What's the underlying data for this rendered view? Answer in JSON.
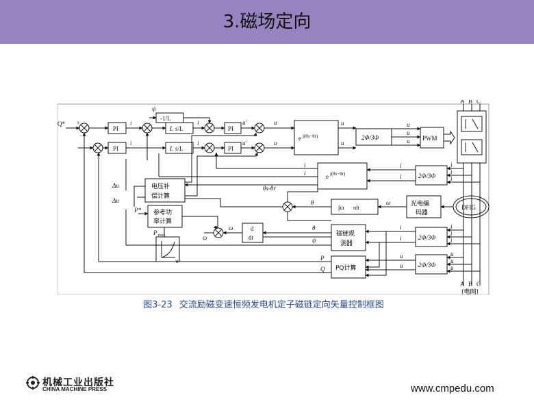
{
  "title": "3.磁场定向",
  "caption": {
    "figure_no": "图3-23",
    "text": "交流励磁变速恒频发电机定子磁链定向矢量控制框图"
  },
  "publisher": {
    "name_cn": "机械工业出版社",
    "name_en": "CHINA MACHINE PRESS"
  },
  "website": "www.cmpedu.com",
  "diagram": {
    "blocks": {
      "pi_top": "PI",
      "pi_bottom": "PI",
      "neg_inv_lm": "-1/L",
      "ls_lm_top": "L",
      "ls_lm_bottom": "L",
      "pi_right_top": "PI",
      "pi_right_bottom": "PI",
      "park_inverse": "e",
      "conv_2to3_out": "2Φ/3Φ",
      "pwm": "PWM",
      "park_forward": "e",
      "conv_3to2_rotor": "2Φ/3Φ",
      "voltage_comp_1": "电压补",
      "voltage_comp_2": "偿计算",
      "ref_power_1": "参考功",
      "ref_power_2": "率计算",
      "integrator": "∫ω",
      "encoder_1": "光电编",
      "encoder_2": "码器",
      "dfig": "DFIG",
      "derivative_top": "d",
      "derivative_bottom": "dt",
      "flux_observer_1": "磁链观",
      "flux_observer_2": "测器",
      "conv_3to2_stator_current": "2Φ/3Φ",
      "conv_3to2_stator_voltage": "2Φ/3Φ",
      "pq_calc": "PQ计算"
    },
    "labels": {
      "q_star": "Q*",
      "p_star": "P*",
      "psi_s_in": "ψ",
      "delta_udr": "Δu",
      "delta_uqr": "Δu",
      "omega_s_out": "ω",
      "omega_s_mid": "ω",
      "theta_s": "θ",
      "theta_r": "θ",
      "psi_s": "ψ",
      "theta_s_minus_theta_r": "θs-θr",
      "omega_r": "ω",
      "p_max": "P",
      "w_r": "w",
      "p_out": "P",
      "q_out": "Q",
      "i_ar": "i",
      "i_br": "i",
      "i_cr": "i",
      "i_as": "i",
      "i_bs": "i",
      "i_cs": "i",
      "u_as": "u",
      "u_bs": "u",
      "u_cs": "u",
      "i_fx": "i",
      "i_mx": "i",
      "i_ds": "i",
      "i_qs": "i",
      "u_dr": "u",
      "u_qr": "u",
      "u_ar": "u",
      "u_br": "u",
      "u_cr": "u",
      "i_alpha_r": "i",
      "i_beta_r": "i",
      "i_alpha_s": "i",
      "i_beta_s": "i",
      "u_alpha_s": "u",
      "u_beta_s": "u",
      "phase_a_top": "A",
      "phase_b_top": "B",
      "phase_c_top": "C",
      "phase_a_bot": "A",
      "phase_b_bot": "B",
      "phase_c_bot": "C",
      "grid": "(电网)"
    }
  }
}
